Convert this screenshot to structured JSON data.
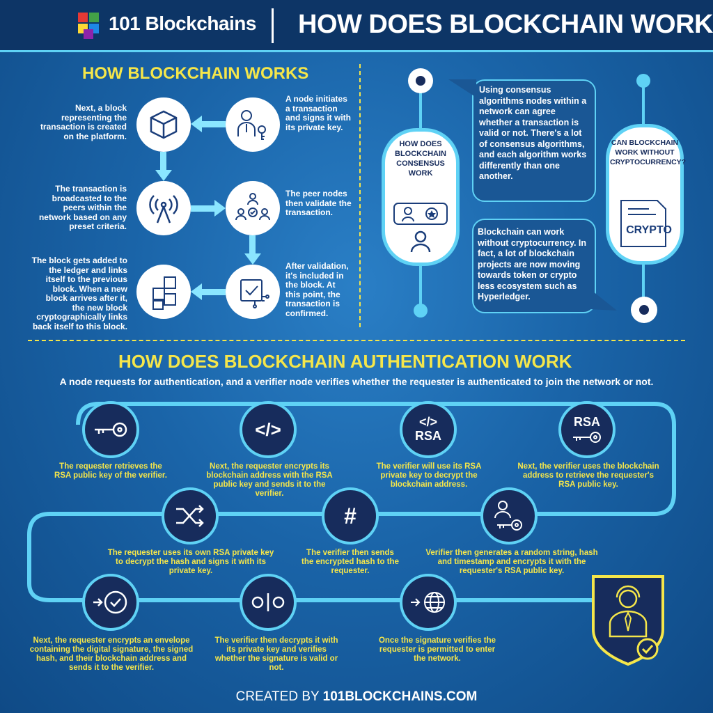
{
  "header": {
    "logo_text": "101 Blockchains",
    "title": "HOW DOES BLOCKCHAIN WORK"
  },
  "how_works": {
    "title": "HOW BLOCKCHAIN WORKS",
    "steps": [
      "A node initiates a transaction and signs it with its private key.",
      "Next, a block representing the transaction is created on the platform.",
      "The transaction is broadcasted to the peers within the network based on any preset criteria.",
      "The peer nodes then validate the transaction.",
      "After validation, it's included in the block. At this point, the transaction is confirmed.",
      "The block gets added to the ledger and links itself to the previous block. When a new block arrives after it, the new block cryptographically links back itself to this block."
    ]
  },
  "consensus": {
    "question": "HOW DOES BLOCKCHAIN CONSENSUS WORK",
    "answer": "Using consensus algorithms nodes within a network can agree whether a transaction is valid or not. There's a lot of consensus algorithms, and each algorithm works differently than one another."
  },
  "crypto": {
    "question": "CAN BLOCKCHAIN WORK WITHOUT CRYPTOCURRENCY?",
    "answer": "Blockchain can work without cryptocurrency. In fact, a lot of blockchain projects are now moving towards token or crypto less ecosystem such as Hyperledger.",
    "doc_label": "CRYPTO"
  },
  "auth": {
    "title": "HOW DOES BLOCKCHAIN AUTHENTICATION WORK",
    "subtitle": "A node requests for authentication, and a verifier node verifies whether the requester is authenticated to join the network or not.",
    "steps": [
      "The requester retrieves the RSA public key of the verifier.",
      "Next, the requester encrypts its blockchain address with the RSA public key and sends it to the verifier.",
      "The verifier will use its RSA private key to decrypt the blockchain address.",
      "Next, the verifier uses the blockchain address to retrieve the requester's RSA public key.",
      "Verifier then generates a random string, hash and timestamp and encrypts it with the requester's RSA public key.",
      "The verifier then sends the encrypted hash to the requester.",
      "The requester uses its own RSA private key to decrypt the hash and signs it with its private key.",
      "Next, the requester encrypts an envelope containing the digital signature, the signed hash, and their blockchain address and sends it to the verifier.",
      "The verifier then decrypts it with its private key and verifies whether the signature is valid or not.",
      "Once the signature verifies the requester is permitted to enter the network."
    ],
    "icon_labels": {
      "code": "</>",
      "rsa": "RSA",
      "hash": "#"
    }
  },
  "footer": {
    "prefix": "CREATED BY ",
    "site": "101BLOCKCHAINS.COM"
  }
}
